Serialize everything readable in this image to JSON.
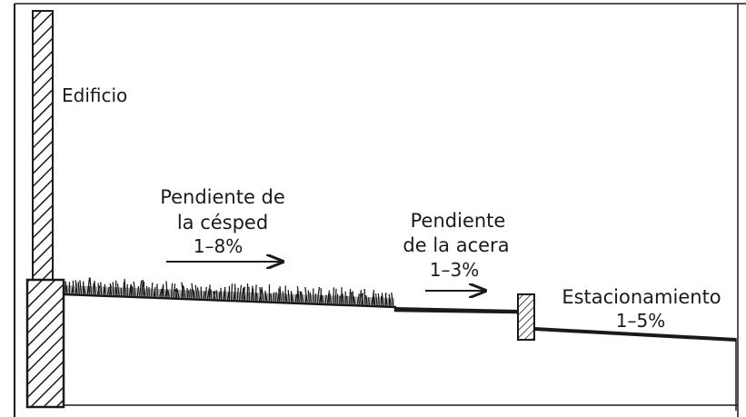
{
  "labels": {
    "building": "Edificio",
    "lawn_line1": "Pendiente de",
    "lawn_line2": "la césped",
    "lawn_slope": "1–8%",
    "sidewalk_line1": "Pendiente",
    "sidewalk_line2": "de la acera",
    "sidewalk_slope": "1–3%",
    "parking": "Estacionamiento",
    "parking_slope": "1–5%"
  },
  "colors": {
    "ink": "#1a1a1a",
    "background": "#ffffff",
    "hatch": "#ffffff"
  }
}
